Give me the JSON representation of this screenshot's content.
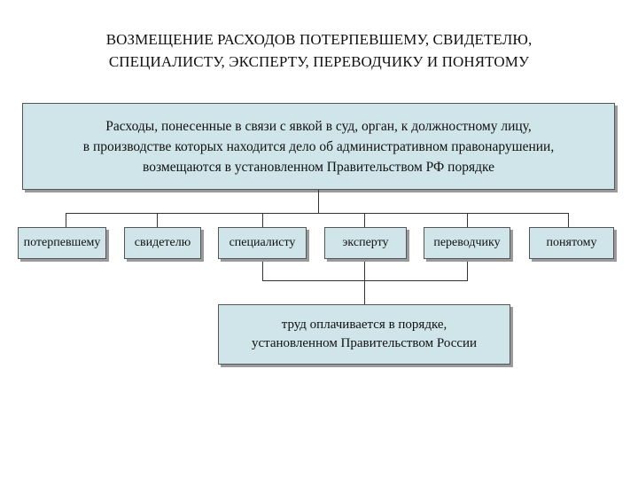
{
  "title": {
    "line1": "ВОЗМЕЩЕНИЕ РАСХОДОВ ПОТЕРПЕВШЕМУ, СВИДЕТЕЛЮ,",
    "line2": "СПЕЦИАЛИСТУ, ЭКСПЕРТУ, ПЕРЕВОДЧИКУ И ПОНЯТОМУ"
  },
  "main_box": {
    "line1": "Расходы, понесенные в связи с явкой в суд, орган, к должностному лицу,",
    "line2": "в производстве которых находится дело об административном правонарушении,",
    "line3": "возмещаются в установленном Правительством РФ порядке"
  },
  "recipients": [
    "потерпевшему",
    "свидетелю",
    "специалисту",
    "эксперту",
    "переводчику",
    "понятому"
  ],
  "payment_box": {
    "line1": "труд оплачивается в порядке,",
    "line2": "установленном Правительством России"
  }
}
